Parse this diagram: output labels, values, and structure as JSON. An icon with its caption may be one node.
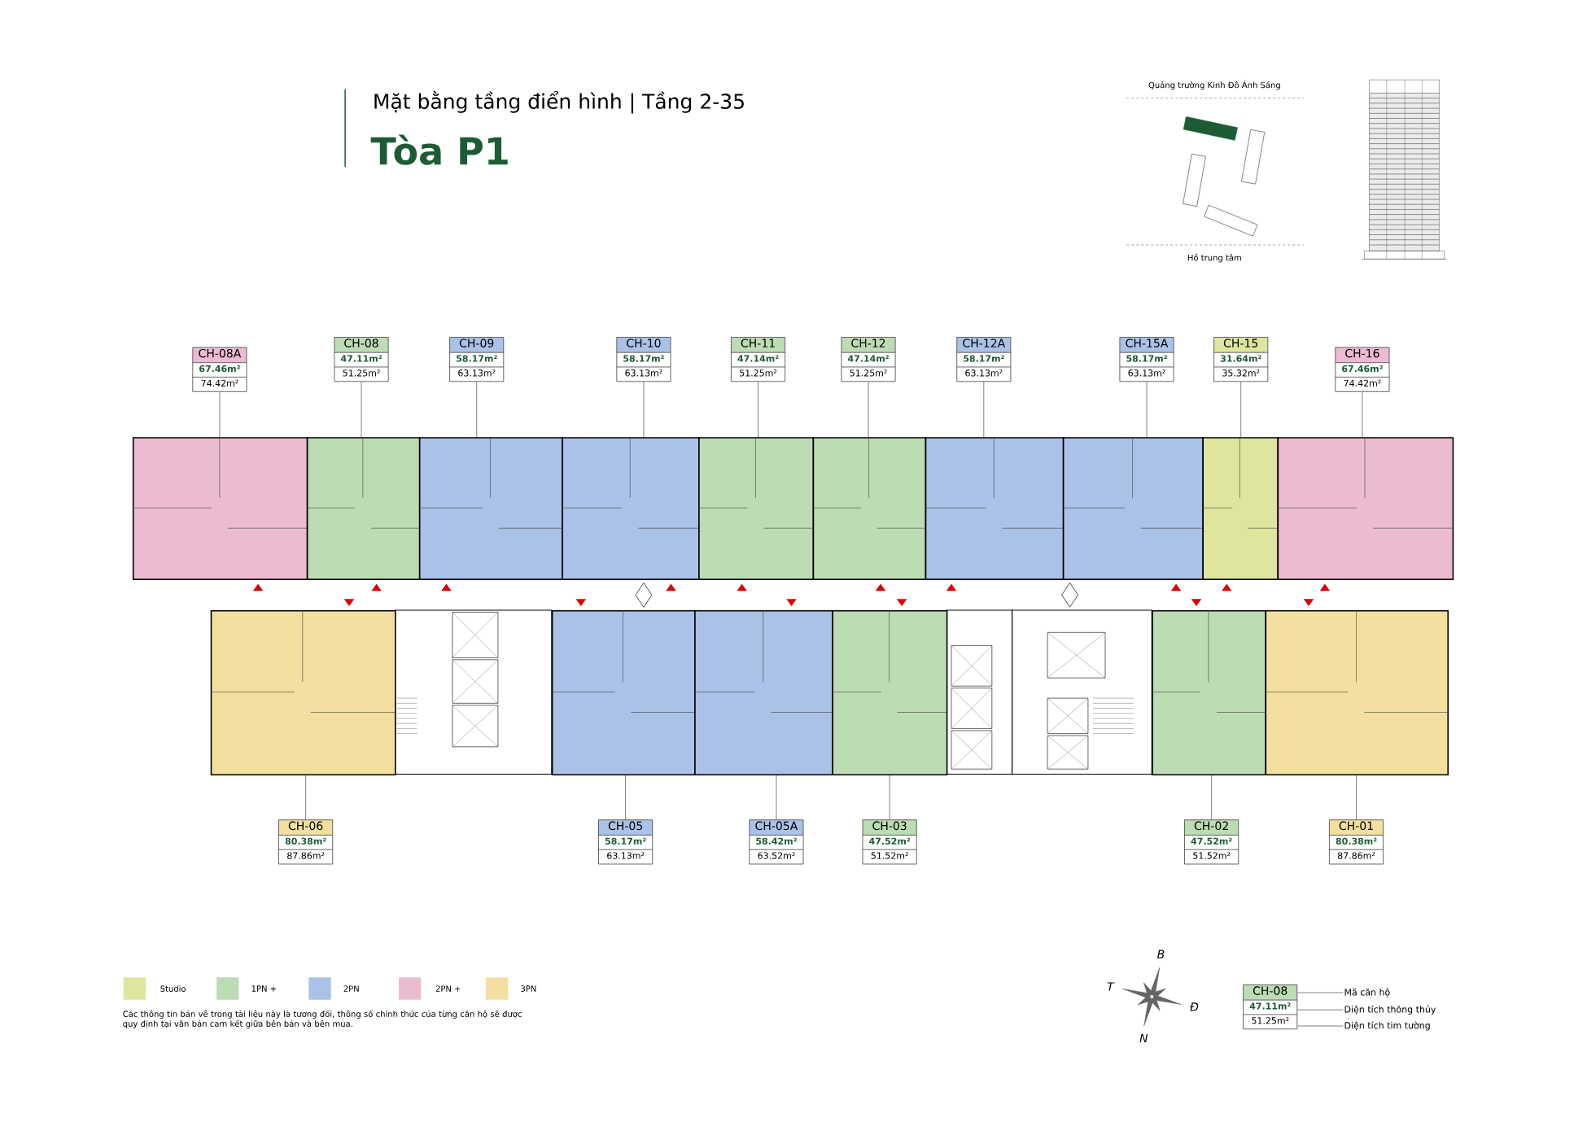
{
  "diagram": {
    "title": "Mặt bằng tầng điển hình | Tầng 2-35",
    "nodes": [
      {
        "text": [
          "CH-08A",
          "67.46m²",
          "74.42m²"
        ]
      },
      {
        "text": [
          "CH-08",
          "47.11m²",
          "51.25m²"
        ]
      },
      {
        "text": [
          "CH-09",
          "58.17m²",
          "63.13m²"
        ]
      },
      {
        "text": [
          "CH-10",
          "58.17m²",
          "63.13m²"
        ]
      },
      {
        "text": [
          "CH-11",
          "47.14m²",
          "51.25m²"
        ]
      },
      {
        "text": [
          "CH-12",
          "47.14m²",
          "51.25m²"
        ]
      },
      {
        "text": [
          "CH-12A",
          "58.17m²",
          "63.13m²"
        ]
      },
      {
        "text": [
          "CH-15A",
          "58.17m²",
          "63.13m²"
        ]
      },
      {
        "text": [
          "CH-15",
          "31.64m²",
          "35.32m²"
        ]
      },
      {
        "text": [
          "CH-16",
          "67.46m²",
          "74.42m²"
        ]
      },
      {
        "text": [],
        "shape": "box"
      },
      {
        "text": [],
        "shape": "box"
      },
      {
        "text": [],
        "shape": "box"
      },
      {
        "text": [],
        "shape": "box"
      },
      {
        "text": [],
        "shape": "box"
      },
      {
        "text": [],
        "shape": "box"
      },
      {
        "text": [],
        "shape": "box"
      },
      {
        "text": [],
        "shape": "box"
      },
      {
        "text": [],
        "shape": "box"
      },
      {
        "text": [],
        "shape": "box"
      },
      {
        "text": [],
        "shape": "box"
      },
      {
        "text": [],
        "shape": "box"
      },
      {
        "text": [],
        "shape": "box"
      },
      {
        "text": [],
        "shape": "box"
      },
      {
        "text": [],
        "shape": "box"
      },
      {
        "text": [],
        "shape": "box"
      },
      {
        "text": [
          "CH-06",
          "80.38m²",
          "87.86m²"
        ]
      },
      {
        "text": [
          "CH-05",
          "58.17m²",
          "63.13m²"
        ]
      },
      {
        "text": [
          "CH-05A",
          "58.42m²",
          "63.52m²"
        ]
      },
      {
        "text": [
          "CH-03",
          "47.52m²",
          "51.52m²"
        ]
      },
      {
        "text": [
          "CH-02",
          "47.52m²",
          "51.52m²"
        ]
      },
      {
        "text": [
          "CH-01",
          "80.38m²",
          "87.86m²"
        ]
      },
      {
        "text": [
          "CH-08",
          "47.11m²",
          "51.25m²"
        ]
      },
      {
        "text": [
          "Mã căn hộ"
        ]
      },
      {
        "text": [
          "Diện tích thông thủy"
        ]
      },
      {
        "text": [
          "Diện tích tim tường"
        ]
      }
    ],
    "edges": [
      {
        "from": 0,
        "to": 10,
        "arrow": "none"
      },
      {
        "from": 1,
        "to": 11,
        "arrow": "none"
      },
      {
        "from": 2,
        "to": 12,
        "arrow": "none"
      },
      {
        "from": 3,
        "to": 13,
        "arrow": "none"
      },
      {
        "from": 4,
        "to": 14,
        "arrow": "none"
      },
      {
        "from": 5,
        "to": 15,
        "arrow": "none"
      },
      {
        "from": 6,
        "to": 16,
        "arrow": "none"
      },
      {
        "from": 7,
        "to": 17,
        "arrow": "none"
      },
      {
        "from": 8,
        "to": 18,
        "arrow": "none"
      },
      {
        "from": 9,
        "to": 19,
        "arrow": "none"
      },
      {
        "from": 26,
        "to": 20,
        "arrow": "none"
      },
      {
        "from": 27,
        "to": 21,
        "arrow": "none"
      },
      {
        "from": 28,
        "to": 22,
        "arrow": "none"
      },
      {
        "from": 29,
        "to": 23,
        "arrow": "none"
      },
      {
        "from": 30,
        "to": 24,
        "arrow": "none"
      },
      {
        "from": 31,
        "to": 25,
        "arrow": "none"
      },
      {
        "from": 32,
        "to": 33,
        "arrow": "none"
      },
      {
        "from": 32,
        "to": 34,
        "arrow": "none"
      },
      {
        "from": 32,
        "to": 35,
        "arrow": "none"
      }
    ],
    "labels": [
      "Tòa P1",
      "Quảng trường Kinh Đô Ánh Sáng",
      "Hồ trung tâm",
      "B",
      "T",
      "Đ",
      "N",
      "Các thông tin bản vẽ trong tài liệu này là tương đối, thông số chính thức của từng căn hộ sẽ được quy định tại văn bản cam kết giữa bên bán và bên mua."
    ],
    "legend": [
      {
        "text": "Studio",
        "color": "#dde69c"
      },
      {
        "text": "1PN +",
        "color": "#bcdcb4"
      },
      {
        "text": "2PN",
        "color": "#abc2e8"
      },
      {
        "text": "2PN +",
        "color": "#ecbbd2"
      },
      {
        "text": "3PN",
        "color": "#f3e0a0"
      }
    ]
  }
}
